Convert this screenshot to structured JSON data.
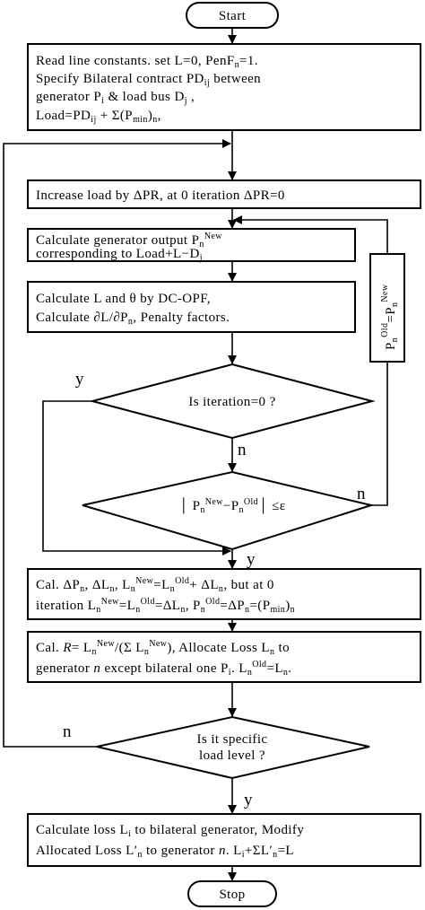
{
  "terminals": {
    "start": "Start",
    "stop": "Stop"
  },
  "steps": {
    "read_constants": {
      "line1": {
        "a": "Read line constants. set L=0,  PenF",
        "b": "n",
        "c": "=1."
      },
      "line2": {
        "a": "Specify Bilateral contract PD",
        "b": "ij",
        "c": " between"
      },
      "line3": {
        "a": "generator  P",
        "b": "i",
        "c": " & load bus D",
        "d": "j",
        "e": " ,"
      },
      "line4": {
        "a": "Load=PD",
        "b": "ij",
        "c": " + Σ(P",
        "d": "min",
        "e": ")",
        "f": "n",
        "g": ","
      }
    },
    "increase_load": {
      "line1": "Increase load by ΔPR, at 0 iteration ΔPR=0"
    },
    "gen_output": {
      "line1": {
        "a": "Calculate generator output P",
        "b": "n",
        "c": "New"
      },
      "line2": {
        "a": "corresponding to Load+L−D",
        "b": "j"
      }
    },
    "dc_opf": {
      "line1": "Calculate L and θ by DC-OPF,",
      "line2": {
        "a": "Calculate ∂L/∂P",
        "b": "n",
        "c": ", Penalty factors."
      }
    },
    "update_p": {
      "p": "P",
      "n": "n",
      "old": "Old",
      "eq": "=P",
      "new": "New"
    },
    "cal_delta": {
      "line1": {
        "a": "Cal. ΔP",
        "b": "n",
        "c": ", ΔL",
        "d": "n",
        "e": ", L",
        "f": "n",
        "g": "New",
        "h": "=L",
        "i": "n",
        "j": "Old",
        "k": "+ ΔL",
        "l": "n",
        "m": ", but at 0"
      },
      "line2": {
        "a": "iteration L",
        "b": "n",
        "c": "New",
        "d": "=L",
        "e": "n",
        "f": "Old",
        "g": "=ΔL",
        "h": "n",
        "i": ", P",
        "j": "n",
        "k": "Old",
        "l": "=ΔP",
        "m": "n",
        "n": "=(P",
        "o": "min",
        "p": ")",
        "q": "n"
      }
    },
    "allocate": {
      "line1": {
        "a": "Cal. ",
        "b": "R",
        "c": "= L",
        "d": "n",
        "e": "New",
        "f": "/(Σ L",
        "g": "n",
        "h": "New",
        "i": "), Allocate Loss L",
        "j": "n",
        "k": " to"
      },
      "line2": {
        "a": "generator ",
        "b": "n",
        "c": " except bilateral one P",
        "d": "i",
        "e": ".   L",
        "f": "n",
        "g": "Old",
        "h": "=L",
        "i": "n",
        "j": "."
      }
    },
    "final_loss": {
      "line1": {
        "a": "Calculate loss L",
        "b": "i",
        "c": " to bilateral generator, Modify"
      },
      "line2": {
        "a": "Allocated Loss L′",
        "b": "n",
        "c": " to generator ",
        "d": "n",
        "e": ".  L",
        "f": "i",
        "g": "+ΣL′",
        "h": "n",
        "i": "=L"
      }
    }
  },
  "decisions": {
    "iteration_zero": {
      "text": "Is iteration=0 ?",
      "yes": "y",
      "no": "n"
    },
    "convergence": {
      "a": "│ P",
      "b": "n",
      "c": "New",
      "d": "−P",
      "e": "n",
      "f": "Old",
      "g": "│ ≤ε",
      "yes": "y",
      "no": "n"
    },
    "load_level": {
      "line1": "Is it specific",
      "line2": "load level ?",
      "yes": "y",
      "no": "n"
    }
  },
  "colors": {
    "stroke": "#000000",
    "background": "#ffffff"
  }
}
